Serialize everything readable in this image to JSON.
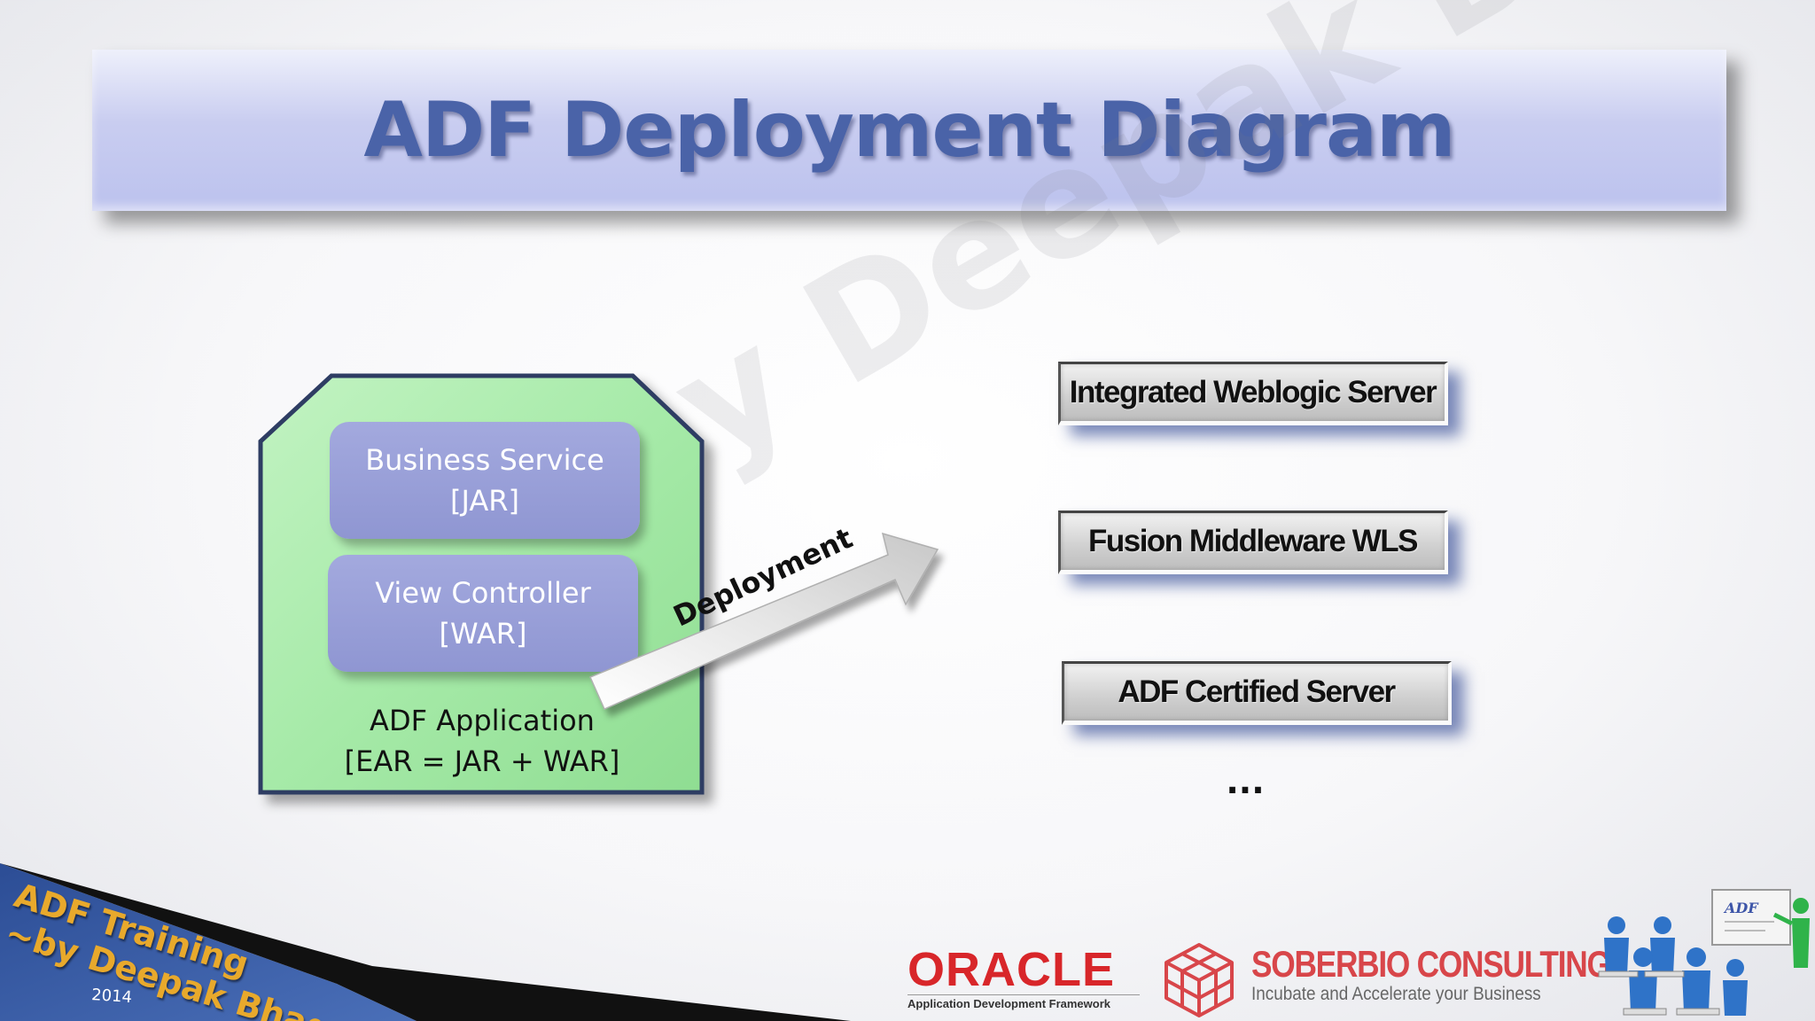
{
  "slide": {
    "title": "ADF Deployment Diagram",
    "watermark": "~by Deepak Bhagat"
  },
  "application": {
    "business_service": {
      "line1": "Business Service",
      "line2": "[JAR]"
    },
    "view_controller": {
      "line1": "View Controller",
      "line2": "[WAR]"
    },
    "caption_line1": "ADF Application",
    "caption_line2": "[EAR = JAR + WAR]"
  },
  "arrow": {
    "label": "Deployment"
  },
  "servers": {
    "items": [
      {
        "label": "Integrated Weblogic Server"
      },
      {
        "label": "Fusion Middleware WLS"
      },
      {
        "label": "ADF Certified Server"
      }
    ],
    "more": "..."
  },
  "footer": {
    "banner_line1": "ADF Training",
    "banner_line2": "~by Deepak Bhagat",
    "banner_year": "2014",
    "oracle_word": "ORACLE",
    "oracle_sub": "Application Development Framework",
    "company_name": "SOBERBIO CONSULTING",
    "company_tagline": "Incubate and Accelerate your Business",
    "board_text": "ADF"
  },
  "colors": {
    "title_text": "#4a63a8",
    "container_fill": "#a6eaa8",
    "container_border": "#2d3c63",
    "inner_box": "#979ed6",
    "server_shadow": "#3a5fb4",
    "banner_blue": "#2c4d95",
    "banner_text": "#e8a92c",
    "oracle_red": "#d8262a"
  },
  "icons": [
    "deployment-arrow-icon",
    "soberbio-cube-icon",
    "training-team-icon"
  ]
}
